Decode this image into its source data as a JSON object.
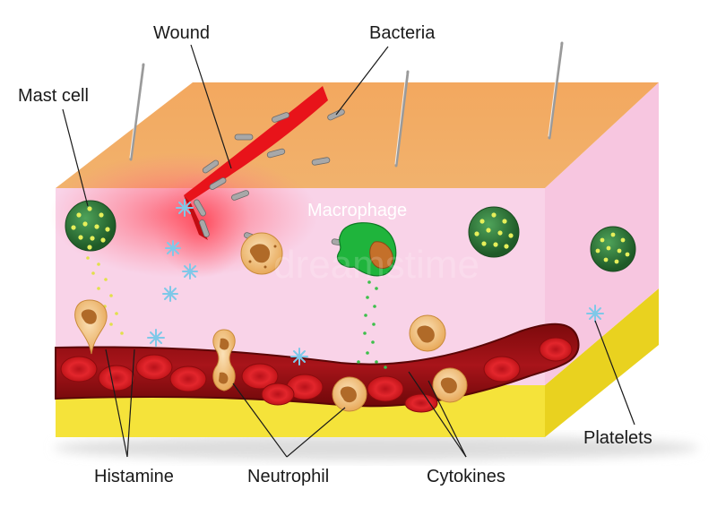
{
  "diagram": {
    "labels": {
      "wound": "Wound",
      "bacteria": "Bacteria",
      "mast_cell": "Mast cell",
      "macrophage": "Macrophage",
      "histamine": "Histamine",
      "neutrophil": "Neutrophil",
      "cytokines": "Cytokines",
      "platelets": "Platelets"
    },
    "colors": {
      "skin_top": "#f2a65e",
      "dermis": "#f9d3e8",
      "side_face": "#f7c9e2",
      "fat_layer": "#f5e33a",
      "vessel": "#9a0f12",
      "rbc": "#d81a1f",
      "wound": "#e8131a",
      "mast_cell": "#2f7d3b",
      "macrophage": "#1fb43c",
      "neutrophil": "#f2c78a"
    }
  },
  "watermark": "dreamstime"
}
